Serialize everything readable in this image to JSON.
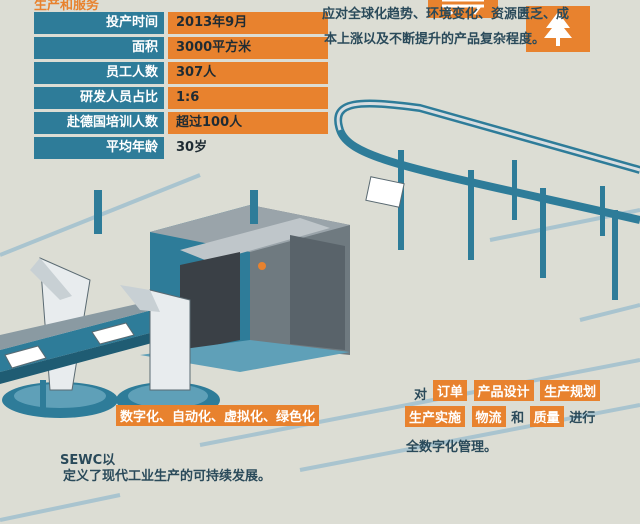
{
  "heading": "生产和服务",
  "stats": [
    {
      "label": "投产时间",
      "value": "2013年9月"
    },
    {
      "label": "面积",
      "value": "3000平方米"
    },
    {
      "label": "员工人数",
      "value": "307人"
    },
    {
      "label": "研发人员占比",
      "value": "1:6"
    },
    {
      "label": "赴德国培训人数",
      "value": "超过100人"
    },
    {
      "label": "平均年龄",
      "value": "30岁"
    }
  ],
  "paragraph": [
    "应对全球化趋势、环境变化、资源匮乏、成",
    "本上涨以及不断提升的产品复杂程度。"
  ],
  "bottom_left": {
    "prefix": "SEWC以",
    "tags": [
      "数字化、自动化、虚拟化、绿色化"
    ],
    "line2": "定义了现代工业生产的可持续发展。"
  },
  "bottom_right": {
    "dui": "对",
    "row1": [
      "订单",
      "产品设计",
      "生产规划"
    ],
    "row2": [
      "生产实施",
      "物流"
    ],
    "he": "和",
    "zhiliang": "质量",
    "jinxing": "进行",
    "last": "全数字化管理。"
  },
  "colors": {
    "orange": "#e8822e",
    "blue": "#2e7c99",
    "bg": "#dcddd4",
    "text": "#2a4a5a"
  },
  "icons": [
    "shelf-icon",
    "tree-icon"
  ]
}
